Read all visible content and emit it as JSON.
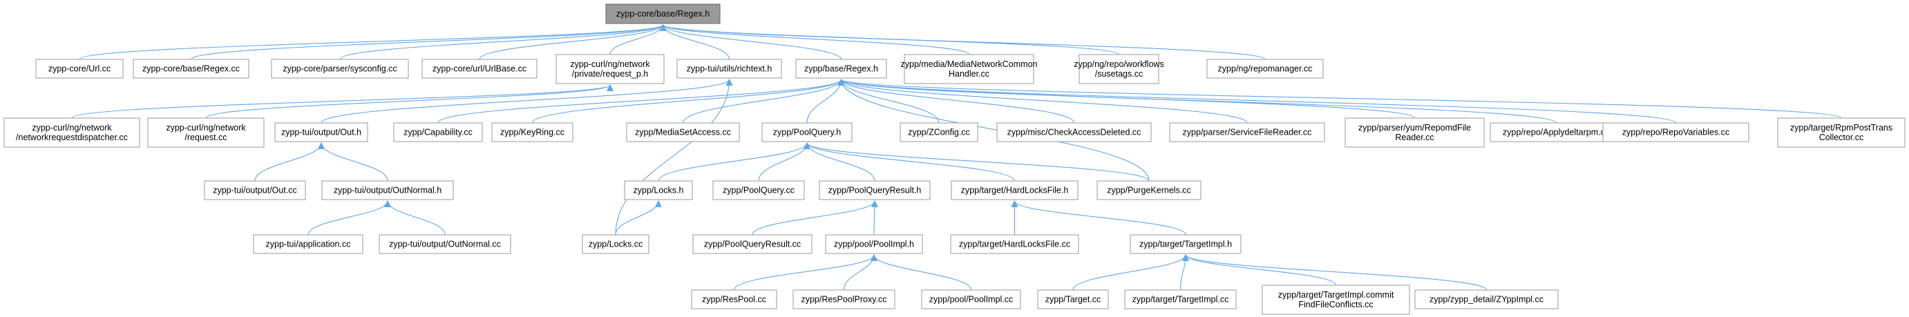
{
  "graph": {
    "root": "root",
    "colors": {
      "edge": "#63a6e8",
      "node_border": "#9a9a9a",
      "root_fill": "#9a9a9a"
    },
    "nodes": [
      {
        "id": "root",
        "lines": [
          "zypp-core/base/Regex.h"
        ]
      },
      {
        "id": "url",
        "lines": [
          "zypp-core/Url.cc"
        ]
      },
      {
        "id": "regexcc_core",
        "lines": [
          "zypp-core/base/Regex.cc"
        ]
      },
      {
        "id": "sysconfig",
        "lines": [
          "zypp-core/parser/sysconfig.cc"
        ]
      },
      {
        "id": "urlbase",
        "lines": [
          "zypp-core/url/UrlBase.cc"
        ]
      },
      {
        "id": "request_p",
        "lines": [
          "zypp-curl/ng/network",
          "/private/request_p.h"
        ]
      },
      {
        "id": "richtext",
        "lines": [
          "zypp-tui/utils/richtext.h"
        ]
      },
      {
        "id": "zypp_regex",
        "lines": [
          "zypp/base/Regex.h"
        ]
      },
      {
        "id": "medianet",
        "lines": [
          "zypp/media/MediaNetworkCommon",
          "Handler.cc"
        ]
      },
      {
        "id": "susetags",
        "lines": [
          "zypp/ng/repo/workflows",
          "/susetags.cc"
        ]
      },
      {
        "id": "repomanager",
        "lines": [
          "zypp/ng/repomanager.cc"
        ]
      },
      {
        "id": "netdispatcher",
        "lines": [
          "zypp-curl/ng/network",
          "/networkrequestdispatcher.cc"
        ]
      },
      {
        "id": "requestcc",
        "lines": [
          "zypp-curl/ng/network",
          "/request.cc"
        ]
      },
      {
        "id": "outh",
        "lines": [
          "zypp-tui/output/Out.h"
        ]
      },
      {
        "id": "capability",
        "lines": [
          "zypp/Capability.cc"
        ]
      },
      {
        "id": "keyring",
        "lines": [
          "zypp/KeyRing.cc"
        ]
      },
      {
        "id": "mediaset",
        "lines": [
          "zypp/MediaSetAccess.cc"
        ]
      },
      {
        "id": "poolqueryh",
        "lines": [
          "zypp/PoolQuery.h"
        ]
      },
      {
        "id": "zconfig",
        "lines": [
          "zypp/ZConfig.cc"
        ]
      },
      {
        "id": "checkaccess",
        "lines": [
          "zypp/misc/CheckAccessDeleted.cc"
        ]
      },
      {
        "id": "servicefile",
        "lines": [
          "zypp/parser/ServiceFileReader.cc"
        ]
      },
      {
        "id": "repomd",
        "lines": [
          "zypp/parser/yum/RepomdFile",
          "Reader.cc"
        ]
      },
      {
        "id": "applydelta",
        "lines": [
          "zypp/repo/Applydeltarpm.cc"
        ]
      },
      {
        "id": "repovars",
        "lines": [
          "zypp/repo/RepoVariables.cc"
        ]
      },
      {
        "id": "rpmpost",
        "lines": [
          "zypp/target/RpmPostTrans",
          "Collector.cc"
        ]
      },
      {
        "id": "outcc",
        "lines": [
          "zypp-tui/output/Out.cc"
        ]
      },
      {
        "id": "outnormalh",
        "lines": [
          "zypp-tui/output/OutNormal.h"
        ]
      },
      {
        "id": "locksh",
        "lines": [
          "zypp/Locks.h"
        ]
      },
      {
        "id": "poolquerycc",
        "lines": [
          "zypp/PoolQuery.cc"
        ]
      },
      {
        "id": "pqresulth",
        "lines": [
          "zypp/PoolQueryResult.h"
        ]
      },
      {
        "id": "hardlocksh",
        "lines": [
          "zypp/target/HardLocksFile.h"
        ]
      },
      {
        "id": "purgekernels",
        "lines": [
          "zypp/PurgeKernels.cc"
        ]
      },
      {
        "id": "application",
        "lines": [
          "zypp-tui/application.cc"
        ]
      },
      {
        "id": "outnormalcc",
        "lines": [
          "zypp-tui/output/OutNormal.cc"
        ]
      },
      {
        "id": "lockscc",
        "lines": [
          "zypp/Locks.cc"
        ]
      },
      {
        "id": "pqresultcc",
        "lines": [
          "zypp/PoolQueryResult.cc"
        ]
      },
      {
        "id": "poolimplh",
        "lines": [
          "zypp/pool/PoolImpl.h"
        ]
      },
      {
        "id": "hardlockscc",
        "lines": [
          "zypp/target/HardLocksFile.cc"
        ]
      },
      {
        "id": "targetimplh",
        "lines": [
          "zypp/target/TargetImpl.h"
        ]
      },
      {
        "id": "respool",
        "lines": [
          "zypp/ResPool.cc"
        ]
      },
      {
        "id": "respoolproxy",
        "lines": [
          "zypp/ResPoolProxy.cc"
        ]
      },
      {
        "id": "poolimplcc",
        "lines": [
          "zypp/pool/PoolImpl.cc"
        ]
      },
      {
        "id": "targetcc",
        "lines": [
          "zypp/Target.cc"
        ]
      },
      {
        "id": "targetimplcc",
        "lines": [
          "zypp/target/TargetImpl.cc"
        ]
      },
      {
        "id": "commitfind",
        "lines": [
          "zypp/target/TargetImpl.commit",
          "FindFileConflicts.cc"
        ]
      },
      {
        "id": "zyppimpl",
        "lines": [
          "zypp/zypp_detail/ZYppImpl.cc"
        ]
      }
    ],
    "edges": [
      [
        "url",
        "root"
      ],
      [
        "regexcc_core",
        "root"
      ],
      [
        "sysconfig",
        "root"
      ],
      [
        "urlbase",
        "root"
      ],
      [
        "request_p",
        "root"
      ],
      [
        "richtext",
        "root"
      ],
      [
        "zypp_regex",
        "root"
      ],
      [
        "medianet",
        "root"
      ],
      [
        "susetags",
        "root"
      ],
      [
        "repomanager",
        "root"
      ],
      [
        "netdispatcher",
        "request_p"
      ],
      [
        "requestcc",
        "request_p"
      ],
      [
        "outh",
        "richtext"
      ],
      [
        "lockscc",
        "richtext"
      ],
      [
        "capability",
        "zypp_regex"
      ],
      [
        "keyring",
        "zypp_regex"
      ],
      [
        "mediaset",
        "zypp_regex"
      ],
      [
        "poolqueryh",
        "zypp_regex"
      ],
      [
        "zconfig",
        "zypp_regex"
      ],
      [
        "checkaccess",
        "zypp_regex"
      ],
      [
        "servicefile",
        "zypp_regex"
      ],
      [
        "repomd",
        "zypp_regex"
      ],
      [
        "applydelta",
        "zypp_regex"
      ],
      [
        "repovars",
        "zypp_regex"
      ],
      [
        "rpmpost",
        "zypp_regex"
      ],
      [
        "purgekernels",
        "zypp_regex"
      ],
      [
        "outcc",
        "outh"
      ],
      [
        "outnormalh",
        "outh"
      ],
      [
        "application",
        "outnormalh"
      ],
      [
        "outnormalcc",
        "outnormalh"
      ],
      [
        "locksh",
        "poolqueryh"
      ],
      [
        "poolquerycc",
        "poolqueryh"
      ],
      [
        "pqresulth",
        "poolqueryh"
      ],
      [
        "hardlocksh",
        "poolqueryh"
      ],
      [
        "purgekernels",
        "poolqueryh"
      ],
      [
        "lockscc",
        "locksh"
      ],
      [
        "pqresultcc",
        "pqresulth"
      ],
      [
        "poolimplh",
        "pqresulth"
      ],
      [
        "hardlockscc",
        "hardlocksh"
      ],
      [
        "targetimplh",
        "hardlocksh"
      ],
      [
        "respool",
        "poolimplh"
      ],
      [
        "respoolproxy",
        "poolimplh"
      ],
      [
        "poolimplcc",
        "poolimplh"
      ],
      [
        "targetcc",
        "targetimplh"
      ],
      [
        "targetimplcc",
        "targetimplh"
      ],
      [
        "commitfind",
        "targetimplh"
      ],
      [
        "zyppimpl",
        "targetimplh"
      ]
    ]
  }
}
